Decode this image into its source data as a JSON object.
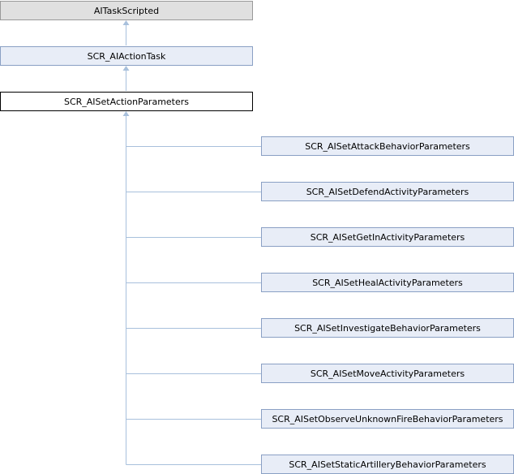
{
  "diagram": {
    "base": "AITaskScripted",
    "parent": "SCR_AIActionTask",
    "current": "SCR_AISetActionParameters",
    "children": [
      "SCR_AISetAttackBehaviorParameters",
      "SCR_AISetDefendActivityParameters",
      "SCR_AISetGetInActivityParameters",
      "SCR_AISetHealActivityParameters",
      "SCR_AISetInvestigateBehaviorParameters",
      "SCR_AISetMoveActivityParameters",
      "SCR_AISetObserveUnknownFireBehaviorParameters",
      "SCR_AISetStaticArtilleryBehaviorParameters"
    ]
  },
  "colors": {
    "edge": "#a8c0dc",
    "node_fill": "#e8edf7",
    "node_border": "#8aa0c4",
    "base_fill": "#e0e0e0"
  }
}
